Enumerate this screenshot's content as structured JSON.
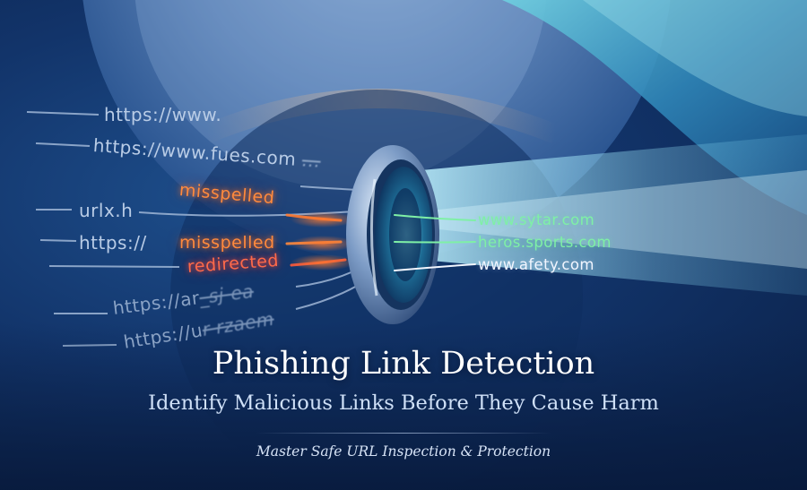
{
  "incoming_urls": {
    "url_1": "https://www.",
    "url_2_prefix": "https://www.fues.com",
    "url_2_smear": "...",
    "url_3": "urlx.h",
    "url_4": "https://",
    "url_5_prefix": "https://ar",
    "url_5_smear": "_sj-ea",
    "url_6_prefix": "https://u",
    "url_6_smear": "r-rzaem"
  },
  "threat_tags": {
    "misspelled_1": "misspelled",
    "misspelled_2": "misspelled",
    "redirected": "redirected"
  },
  "safe_urls": {
    "url_1": "www.sytar.com",
    "url_2": "heros.sports.com",
    "url_3": "www.afety.com"
  },
  "heading": {
    "title": "Phishing Link Detection",
    "subtitle": "Identify Malicious Links Before They Cause Harm",
    "tagline": "Master Safe URL Inspection & Protection"
  },
  "colors": {
    "background": "#0b2147",
    "threat_orange": "#ff8a3d",
    "threat_red": "#ff6a4a",
    "safe_green": "#7ff0a6",
    "safe_white": "#f2f6ff"
  }
}
